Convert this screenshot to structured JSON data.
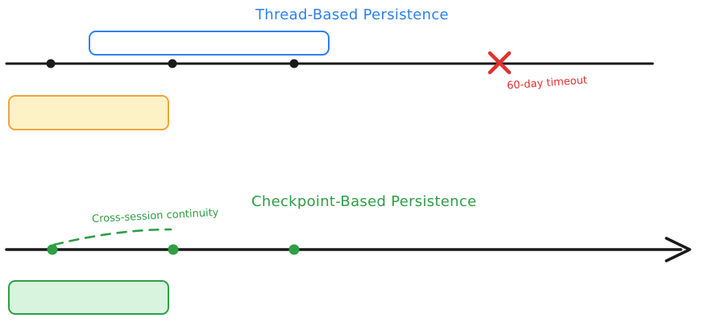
{
  "diagram": {
    "thread_timeline": {
      "title": "Thread-Based Persistence",
      "timeout_label": "60-day timeout",
      "event_dot_count": 3,
      "end_marker": "red-x"
    },
    "checkpoint_timeline": {
      "title": "Checkpoint-Based Persistence",
      "continuity_label": "Cross-session continuity",
      "checkpoint_dot_count": 3,
      "end_marker": "arrowhead"
    }
  },
  "colors": {
    "blue": "#2f80ed",
    "red": "#e03131",
    "green": "#2f9e44",
    "green_fill": "#d9f4de",
    "yellow_border": "#f1a43c",
    "yellow_fill": "#fdf2c6",
    "line": "#1a1a1a"
  }
}
